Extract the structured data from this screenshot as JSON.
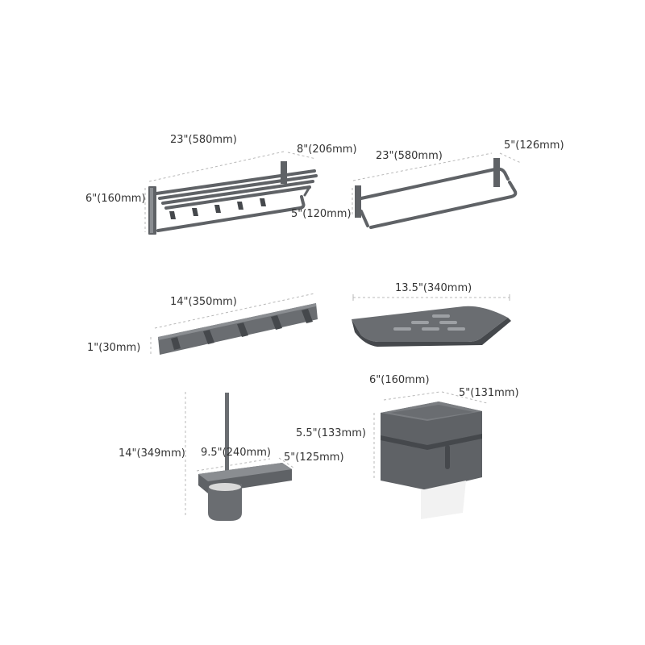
{
  "colors": {
    "metal": "#5f6266",
    "metal_dark": "#45484c",
    "metal_light": "#8a8d91",
    "dimension_line": "#b8b8b8",
    "text": "#333333"
  },
  "products": {
    "towel_rack_double": {
      "width": "23\"(580mm)",
      "depth": "8\"(206mm)",
      "height": "6\"(160mm)"
    },
    "towel_bar_double": {
      "width": "23\"(580mm)",
      "depth": "5\"(126mm)",
      "height": "5\"(120mm)"
    },
    "hook_rail": {
      "width": "14\"(350mm)",
      "height": "1\"(30mm)"
    },
    "corner_shelf": {
      "width": "13.5\"(340mm)"
    },
    "toilet_brush": {
      "height": "14\"(349mm)",
      "width": "9.5\"(240mm)",
      "depth": "5\"(125mm)"
    },
    "paper_holder": {
      "width": "6\"(160mm)",
      "depth": "5\"(131mm)",
      "height": "5.5\"(133mm)"
    }
  }
}
